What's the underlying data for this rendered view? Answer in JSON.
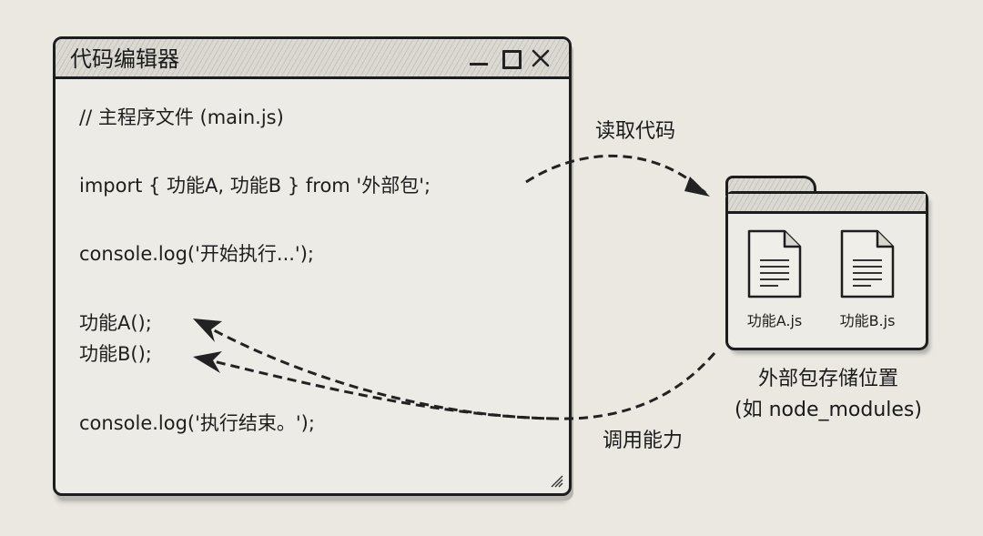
{
  "editor": {
    "title": "代码编辑器",
    "controls": {
      "minimize": "minimize-icon",
      "maximize": "maximize-icon",
      "close": "close-icon"
    },
    "code_lines": [
      "// 主程序文件 (main.js)",
      "import { 功能A, 功能B } from '外部包';",
      "console.log('开始执行...');",
      "功能A();",
      "功能B();",
      "console.log('执行结束。');"
    ]
  },
  "folder": {
    "files": [
      {
        "name": "功能A.js",
        "icon": "document-icon"
      },
      {
        "name": "功能B.js",
        "icon": "document-icon"
      }
    ],
    "caption_line1": "外部包存储位置",
    "caption_line2": "(如 node_modules)"
  },
  "arrows": {
    "read_label": "读取代码",
    "call_label": "调用能力"
  },
  "colors": {
    "background": "#ebe8e2",
    "ink": "#1d1d1d",
    "panel": "#edebe6",
    "hatch": "#dcd9d3"
  }
}
